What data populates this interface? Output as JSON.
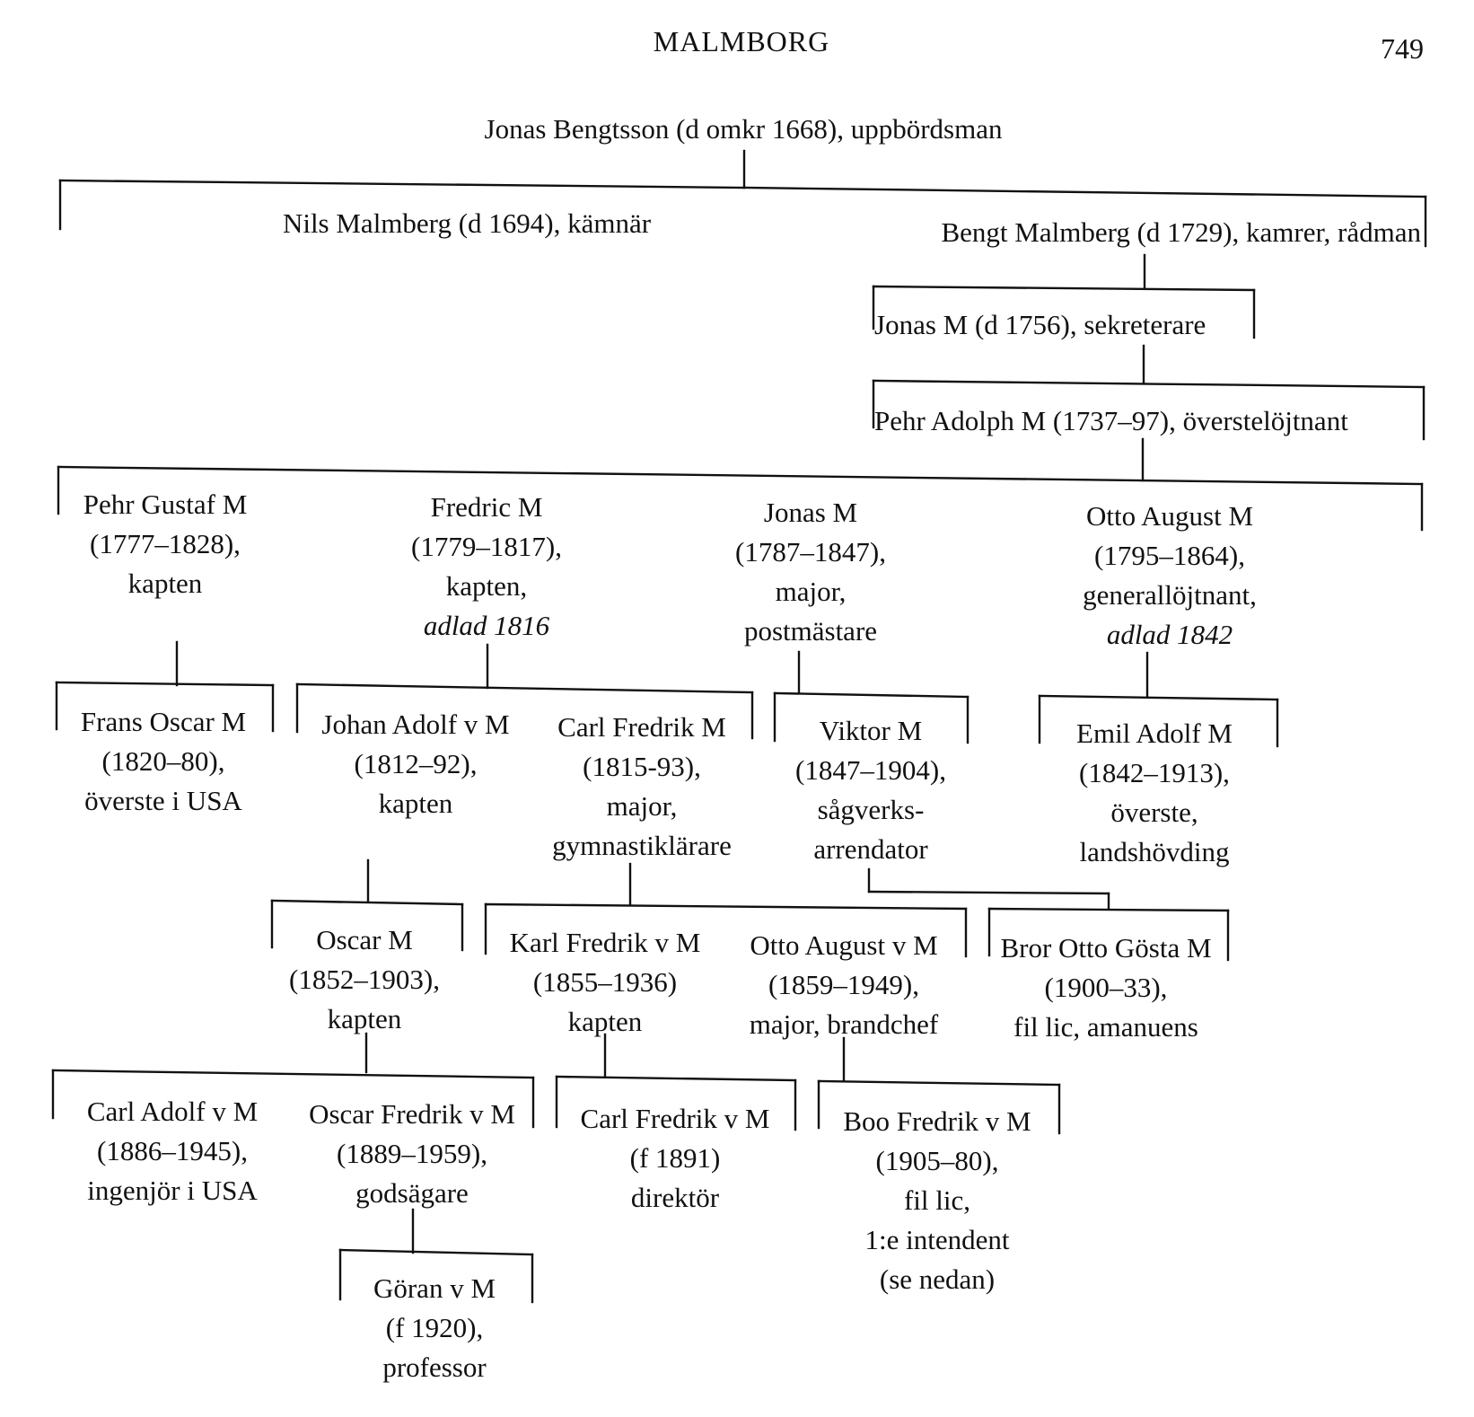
{
  "header": {
    "title": "MALMBORG",
    "page_number": "749"
  },
  "root": {
    "text": "Jonas Bengtsson (d omkr 1668), uppbördsman"
  },
  "gen1": {
    "nils": {
      "text": "Nils Malmberg (d 1694), kämnär"
    },
    "bengt": {
      "text": "Bengt Malmberg (d 1729), kamrer, rådman"
    }
  },
  "gen2": {
    "jonas": {
      "text": "Jonas M (d 1756), sekreterare"
    }
  },
  "gen3": {
    "pehr_adolph": {
      "text": "Pehr Adolph M (1737–97), överstelöjtnant"
    }
  },
  "gen4": {
    "pehr_gustaf": {
      "name": "Pehr Gustaf M",
      "years": "(1777–1828),",
      "title": "kapten"
    },
    "fredric": {
      "name": "Fredric M",
      "years": "(1779–1817),",
      "title": "kapten,",
      "note": "adlad 1816"
    },
    "jonas": {
      "name": "Jonas M",
      "years": "(1787–1847),",
      "title": "major,",
      "title2": "postmästare"
    },
    "otto_august": {
      "name": "Otto August M",
      "years": "(1795–1864),",
      "title": "generallöjtnant,",
      "note": "adlad 1842"
    }
  },
  "gen5": {
    "frans_oscar": {
      "name": "Frans Oscar M",
      "years": "(1820–80),",
      "title": "överste i USA"
    },
    "johan_adolf": {
      "name": "Johan Adolf v M",
      "years": "(1812–92),",
      "title": "kapten"
    },
    "carl_fredrik": {
      "name": "Carl Fredrik M",
      "years": "(1815-93),",
      "title": "major,",
      "title2": "gymnastiklärare"
    },
    "viktor": {
      "name": "Viktor M",
      "years": "(1847–1904),",
      "title": "sågverks-",
      "title2": "arrendator"
    },
    "emil_adolf": {
      "name": "Emil Adolf M",
      "years": "(1842–1913),",
      "title": "överste,",
      "title2": "landshövding"
    }
  },
  "gen6": {
    "oscar": {
      "name": "Oscar M",
      "years": "(1852–1903),",
      "title": "kapten"
    },
    "karl_fredrik": {
      "name": "Karl Fredrik v M",
      "years": "(1855–1936)",
      "title": "kapten"
    },
    "otto_august": {
      "name": "Otto August v M",
      "years": "(1859–1949),",
      "title": "major, brandchef"
    },
    "bror_otto_gosta": {
      "name": "Bror Otto Gösta M",
      "years": "(1900–33),",
      "title": "fil lic, amanuens"
    }
  },
  "gen7": {
    "carl_adolf": {
      "name": "Carl Adolf v M",
      "years": "(1886–1945),",
      "title": "ingenjör i USA"
    },
    "oscar_fredrik": {
      "name": "Oscar Fredrik v M",
      "years": "(1889–1959),",
      "title": "godsägare"
    },
    "carl_fredrik": {
      "name": "Carl Fredrik v M",
      "years": "(f 1891)",
      "title": "direktör"
    },
    "boo_fredrik": {
      "name": "Boo Fredrik v M",
      "years": "(1905–80),",
      "title": "fil lic,",
      "title2": "1:e intendent",
      "note": "(se nedan)"
    }
  },
  "gen8": {
    "goran": {
      "name": "Göran v M",
      "years": "(f 1920),",
      "title": "professor"
    }
  }
}
